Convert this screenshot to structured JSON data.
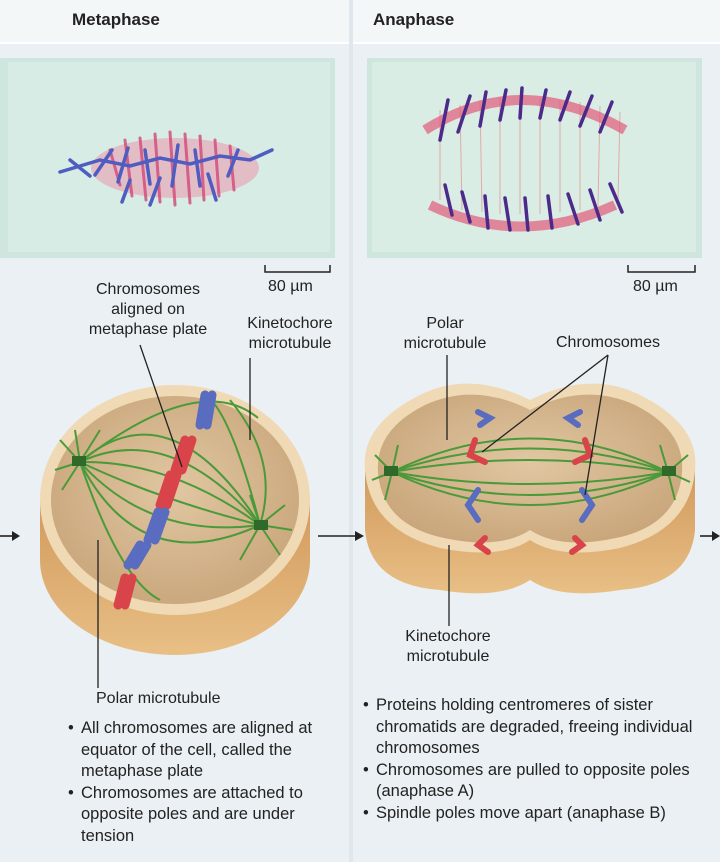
{
  "metaphase": {
    "title": "Metaphase",
    "scale_bar": "80 µm",
    "labels": {
      "chromosomes": "Chromosomes\naligned on\nmetaphase plate",
      "kinetochore": "Kinetochore\nmicrotubule",
      "polar": "Polar microtubule"
    },
    "bullets": [
      "All chromosomes are aligned at equator of the cell, called the metaphase plate",
      "Chromosomes are attached to opposite poles and are under tension"
    ]
  },
  "anaphase": {
    "title": "Anaphase",
    "scale_bar": "80 µm",
    "labels": {
      "polar": "Polar\nmicrotubule",
      "chromosomes": "Chromosomes",
      "kinetochore": "Kinetochore\nmicrotubule"
    },
    "bullets": [
      "Proteins holding centromeres of sister chromatids are degraded, freeing individual chromosomes",
      "Chromosomes are pulled to opposite poles (anaphase A)",
      "Spindle poles move apart (anaphase B)"
    ]
  },
  "colors": {
    "chromosome_red": "#d9444a",
    "chromosome_blue": "#5a6cc0",
    "microtubule_green": "#4a9a3a",
    "cell_tan": "#d7b98f",
    "micrograph_bg": "#cfe6de"
  }
}
